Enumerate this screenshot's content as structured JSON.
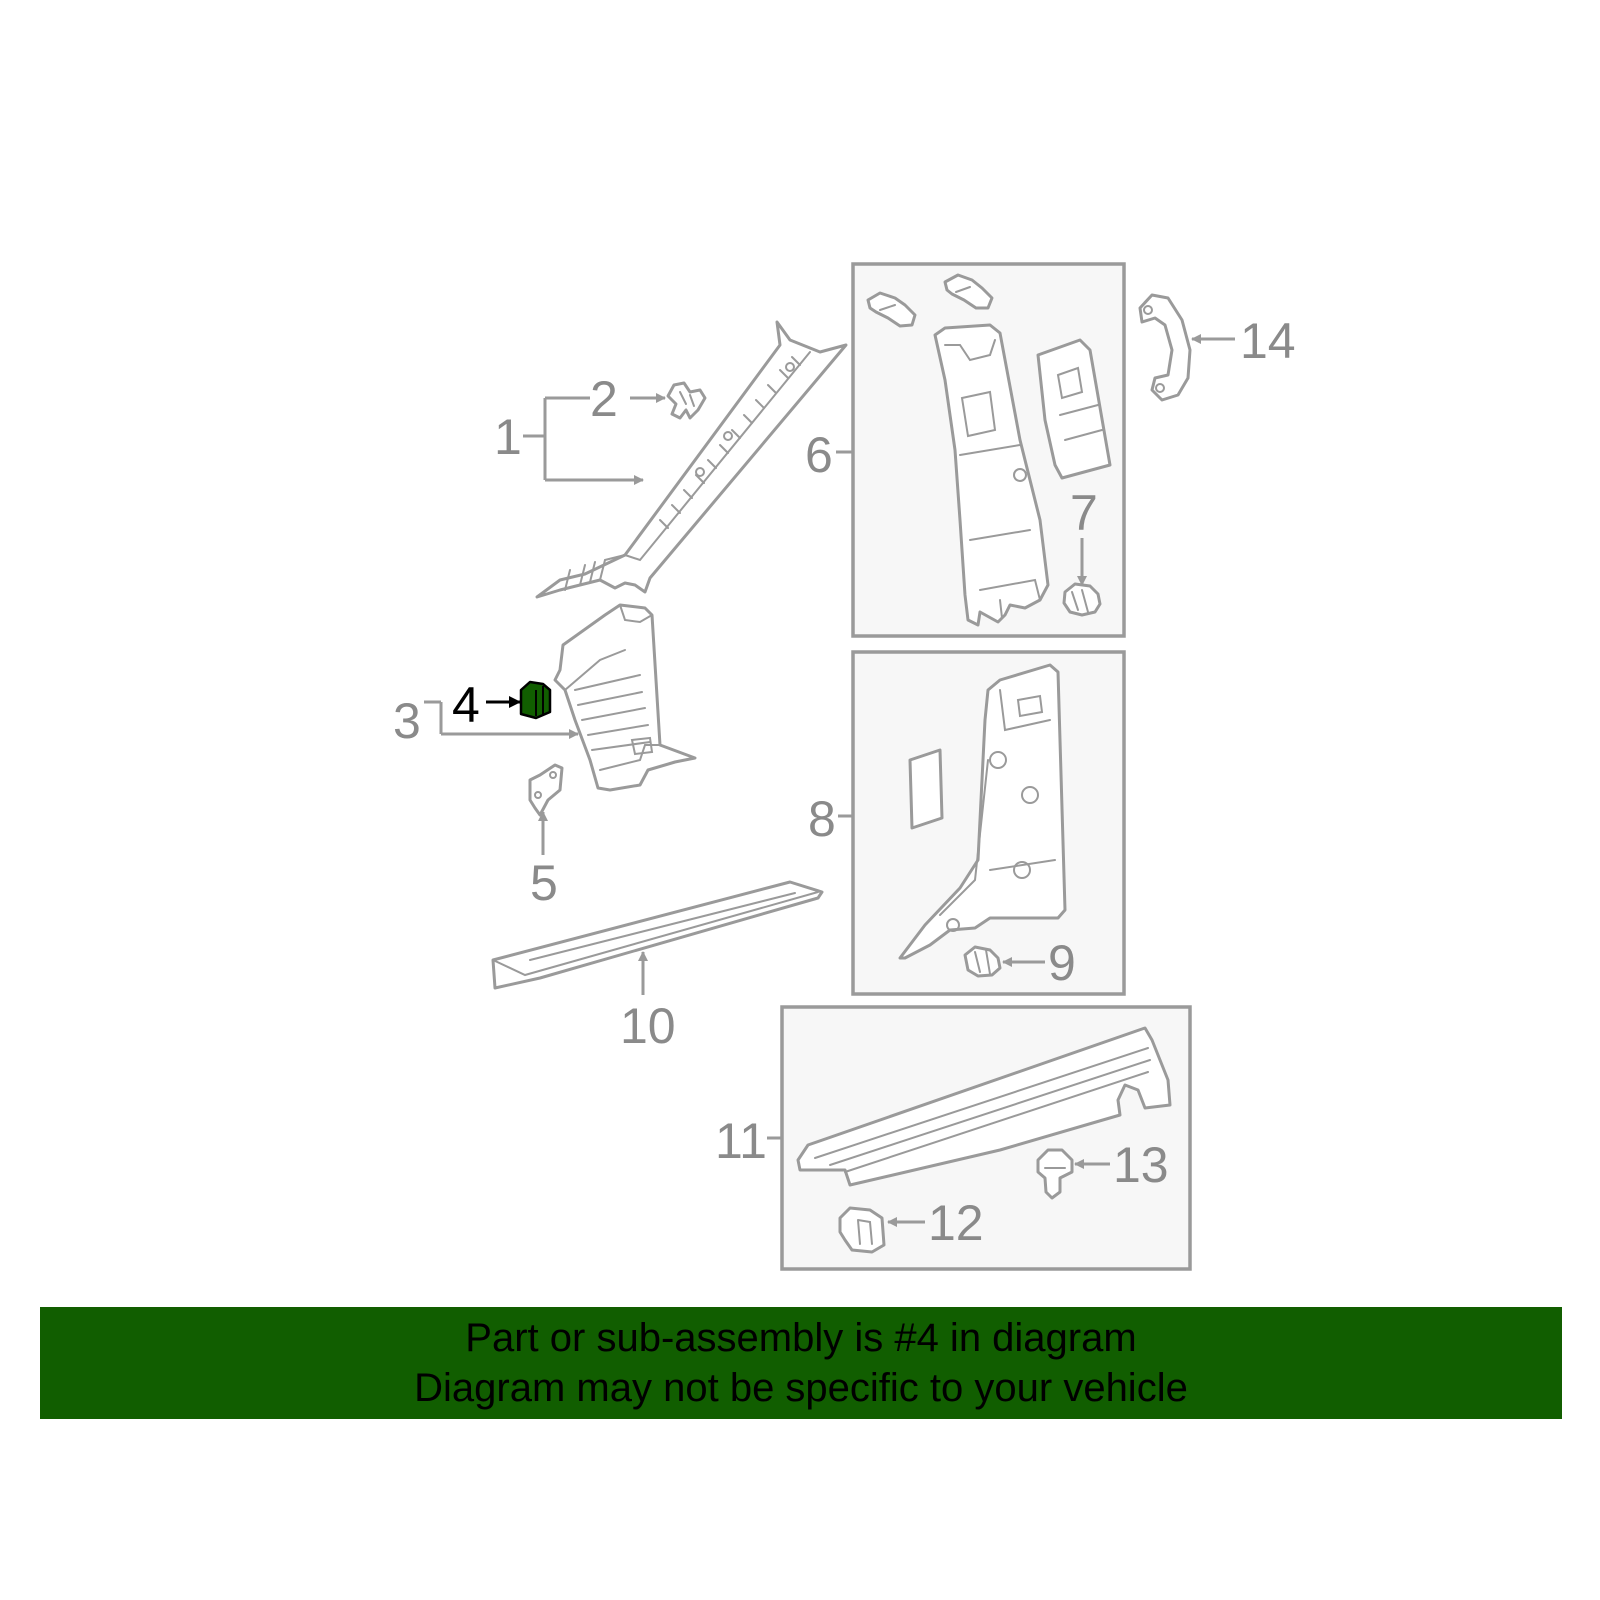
{
  "labels": {
    "p1": "1",
    "p2": "2",
    "p3": "3",
    "p4": "4",
    "p5": "5",
    "p6": "6",
    "p7": "7",
    "p8": "8",
    "p9": "9",
    "p10": "10",
    "p11": "11",
    "p12": "12",
    "p13": "13",
    "p14": "14"
  },
  "highlighted_part": "4",
  "colors": {
    "highlight": "#115e00",
    "line": "#9a9a9a",
    "inset_background": "#f7f7f7"
  },
  "banner": {
    "line1": "Part or sub-assembly is #4 in diagram",
    "line2": "Diagram may not be specific to your vehicle"
  }
}
